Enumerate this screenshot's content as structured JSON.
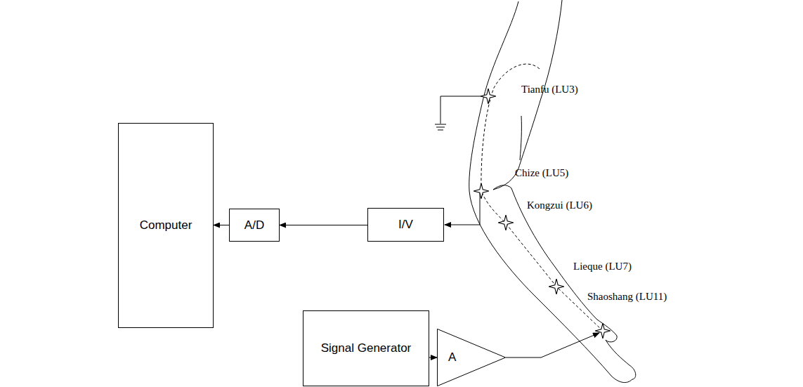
{
  "diagram": {
    "nodes": [
      {
        "text": [
          "Computer"
        ]
      },
      {
        "text": [
          "A/D"
        ]
      },
      {
        "text": [
          "I/V"
        ]
      },
      {
        "text": [
          "Signal Generator"
        ]
      },
      {
        "text": [
          "A"
        ]
      }
    ],
    "edges": [
      {
        "from": 2,
        "to": 1,
        "arrow": "to"
      },
      {
        "from": 1,
        "to": 0,
        "arrow": "to"
      },
      {
        "from": 3,
        "to": 4,
        "arrow": "to"
      }
    ],
    "labels": [
      "Tianfu (LU3)",
      "Chize (LU5)",
      "Kongzui (LU6)",
      "Lieque (LU7)",
      "Shaoshang (LU11)"
    ]
  }
}
